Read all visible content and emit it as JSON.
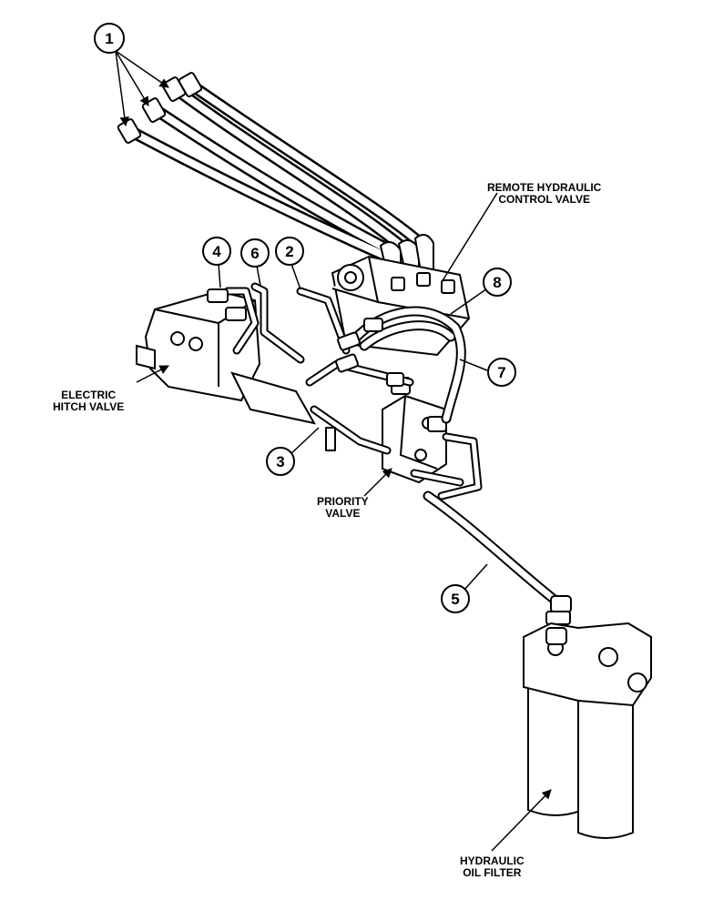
{
  "diagram": {
    "callouts": [
      "1",
      "2",
      "3",
      "4",
      "5",
      "6",
      "7",
      "8"
    ],
    "labels": {
      "remote_valve_line1": "REMOTE HYDRAULIC",
      "remote_valve_line2": "CONTROL VALVE",
      "hitch_valve_line1": "ELECTRIC",
      "hitch_valve_line2": "HITCH VALVE",
      "priority_valve_line1": "PRIORITY",
      "priority_valve_line2": "VALVE",
      "oil_filter_line1": "HYDRAULIC",
      "oil_filter_line2": "OIL FILTER"
    }
  }
}
